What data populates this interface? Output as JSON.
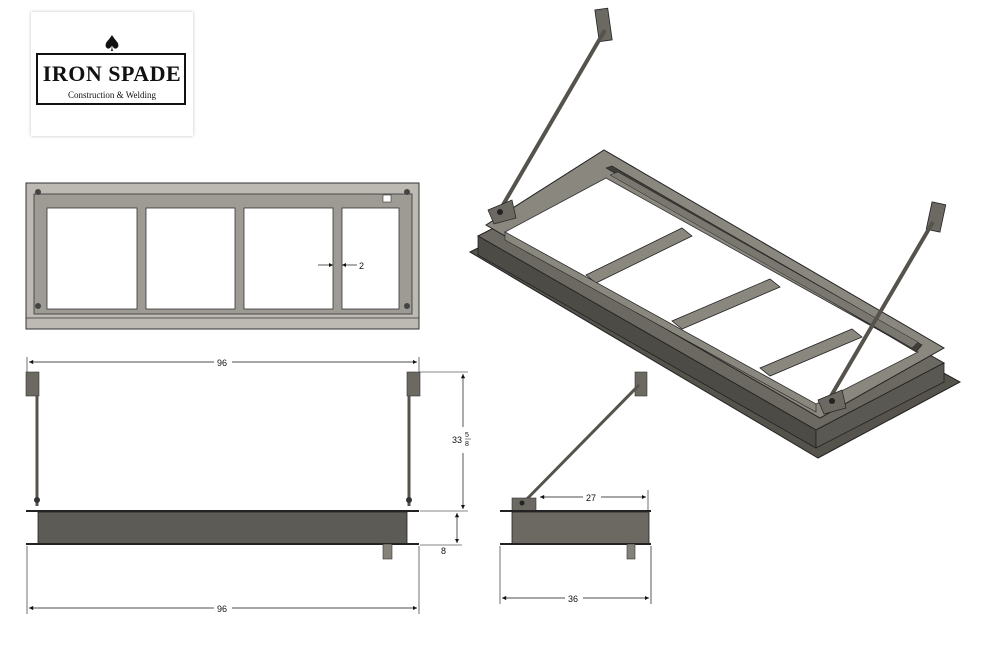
{
  "logo": {
    "symbol": "♠",
    "name": "IRON SPADE",
    "tagline": "Construction & Welding"
  },
  "dimensions": {
    "bar_gap": "2",
    "front_width_top": "96",
    "front_width_bottom": "96",
    "arm_height_whole": "33",
    "arm_height_num": "5",
    "arm_height_den": "8",
    "frame_height": "8",
    "side_arm_offset": "27",
    "side_depth": "36"
  },
  "colors": {
    "steel_dark": "#55534c",
    "steel_mid": "#8a877f",
    "steel_light": "#b9b6ae",
    "line": "#222222"
  }
}
